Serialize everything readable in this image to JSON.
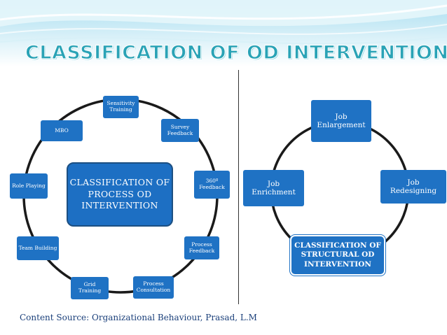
{
  "title": "CLASSIFICATION OF OD INTERVENTION",
  "process": {
    "center": "CLASSIFICATION OF PROCESS OD INTERVENTION",
    "items": [
      "Sensitivity Training",
      "Survey Feedback",
      "360º Feedback",
      "Process Feedback",
      "Process Consultation",
      "Grid Training",
      "Team Building",
      "Role Playing",
      "MBO"
    ]
  },
  "structural": {
    "center": "CLASSIFICATION OF STRUCTURAL OD INTERVENTION",
    "items": [
      "Job Enlargement",
      "Job Redesigning",
      "Job Enrichment"
    ]
  },
  "source": "Content Source: Organizational Behaviour, Prasad, L.M",
  "colors": {
    "box": "#1f72c4",
    "title": "#2aa3b6",
    "header": "#c9ebf3"
  }
}
